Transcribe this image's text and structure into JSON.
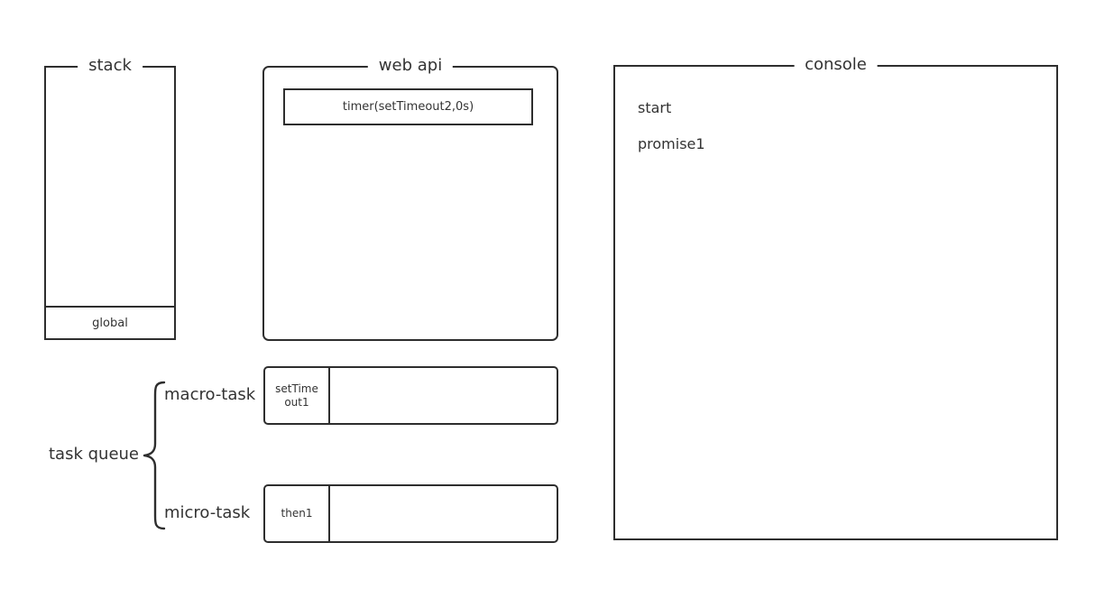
{
  "diagram": {
    "title_font_color": "#333333",
    "line_color": "#2e2e2e",
    "background": "#ffffff"
  },
  "stack": {
    "title": "stack",
    "frames": [
      {
        "label": "global"
      }
    ]
  },
  "web_api": {
    "title": "web api",
    "items": [
      {
        "label": "timer(setTimeout2,0s)"
      }
    ]
  },
  "console": {
    "title": "console",
    "lines": [
      "start",
      "promise1"
    ]
  },
  "task_queue": {
    "label": "task queue",
    "brace_icon": "curly-brace-right",
    "queues": [
      {
        "name": "macro-task",
        "label": "macro-task",
        "cells": [
          {
            "label": "setTime\nout1",
            "filled": true
          },
          {
            "label": "",
            "filled": false
          }
        ]
      },
      {
        "name": "micro-task",
        "label": "micro-task",
        "cells": [
          {
            "label": "then1",
            "filled": true
          },
          {
            "label": "",
            "filled": false
          }
        ]
      }
    ]
  }
}
